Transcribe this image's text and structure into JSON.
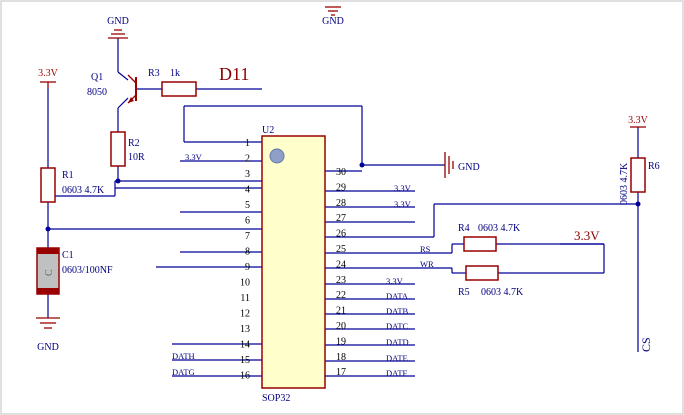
{
  "power": {
    "gnd_top_left": "GND",
    "gnd_top_mid": "GND",
    "gnd_right": "GND",
    "gnd_bottom_left": "GND",
    "v33_left": "3.3V",
    "v33_right": "3.3V",
    "v33_net": "3.3V"
  },
  "components": {
    "q1": {
      "ref": "Q1",
      "value": "8050"
    },
    "r1": {
      "ref": "R1",
      "value": "0603 4.7K"
    },
    "r2": {
      "ref": "R2",
      "value": "10R"
    },
    "r3": {
      "ref": "R3",
      "value": "1k"
    },
    "r4": {
      "ref": "R4",
      "value": "0603 4.7K"
    },
    "r5": {
      "ref": "R5",
      "value": "0603 4.7K"
    },
    "r6": {
      "ref": "R6",
      "value": "0603 4.7K"
    },
    "c1": {
      "ref": "C1",
      "value": "0603/100NF",
      "symbol": "C"
    },
    "u2": {
      "ref": "U2",
      "package": "SOP32"
    }
  },
  "nets": {
    "d11": "D11",
    "cs": "CS",
    "v33_pin2": "3.3V",
    "v33_pin29": "3.3V",
    "v33_pin28": "3.3V",
    "v33_pin23": "3.3V",
    "rs": "RS",
    "wr": "WR",
    "data": "DATA",
    "datb": "DATB",
    "datc": "DATC",
    "datd": "DATD",
    "date": "DATE",
    "datf": "DATF",
    "dath": "DATH",
    "datg": "DATG"
  },
  "u2_pins_left": [
    "1",
    "2",
    "3",
    "4",
    "5",
    "6",
    "7",
    "8",
    "9",
    "10",
    "11",
    "12",
    "13",
    "14",
    "15",
    "16"
  ],
  "u2_pins_right": [
    "30",
    "29",
    "28",
    "27",
    "26",
    "25",
    "24",
    "23",
    "22",
    "21",
    "20",
    "19",
    "18",
    "17"
  ],
  "colors": {
    "wire": "#000099",
    "body": "#990000",
    "text_blue": "#000080",
    "net_red": "#8b0000",
    "ic_fill": "#ffffcc",
    "c1_fill": "#c0c0c0",
    "pin_dot": "#8fa0c8"
  }
}
